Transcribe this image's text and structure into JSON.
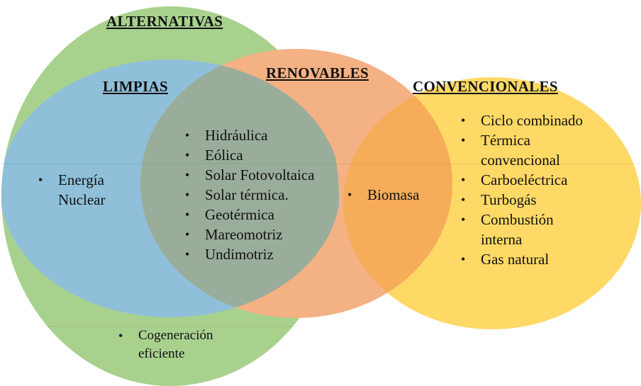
{
  "titles": {
    "alternativas": "ALTERNATIVAS",
    "renovables": "RENOVABLES",
    "limpias": "LIMPIAS",
    "convencionales": "CONVENCIONALES"
  },
  "limpias_items": [
    "Energía Nuclear"
  ],
  "center_items": [
    "Hidráulica",
    "Eólica",
    "Solar Fotovoltaica",
    "Solar térmica.",
    "Geotérmica",
    "Mareomotriz",
    "Undimotriz"
  ],
  "renovables_convencionales_items": [
    "Biomasa"
  ],
  "convencionales_items": [
    "Ciclo combinado",
    "Térmica convencional",
    "Carboeléctrica",
    "Turbogás",
    "Combustión interna",
    "Gas natural"
  ],
  "alternativas_items": [
    "Cogeneración eficiente"
  ],
  "colors": {
    "alternativas": "#a9d18e",
    "limpias": "#8fbfd9",
    "renovables": "#f4b183",
    "convencionales": "#ffd966",
    "overlap_center": "#9aad9a",
    "overlap_ren_conv": "#f6ad5a"
  }
}
